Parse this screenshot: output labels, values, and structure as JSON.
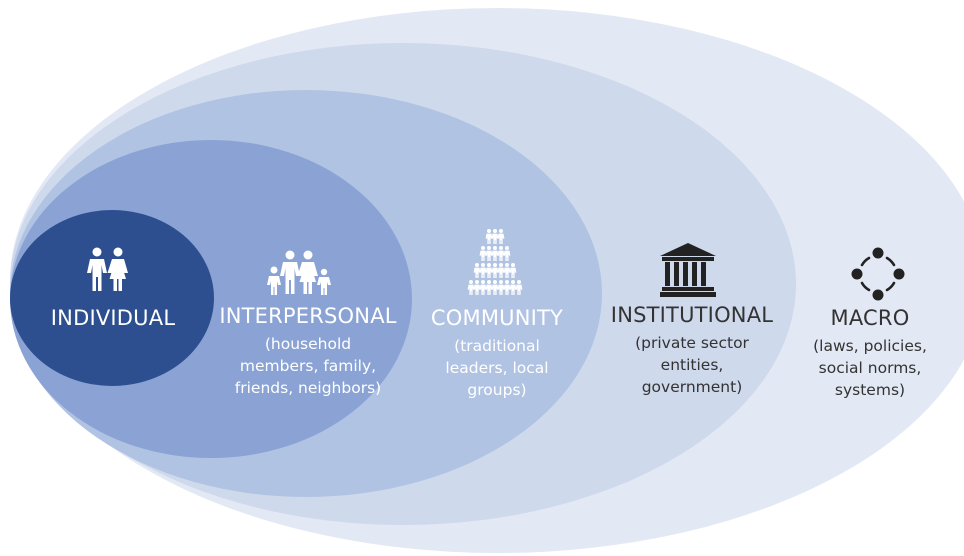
{
  "layers": [
    {
      "id": "individual",
      "title": "INDIVIDUAL",
      "icon": "two-people-icon",
      "color": "#2d4f8f",
      "text_color": "#ffffff"
    },
    {
      "id": "interpersonal",
      "title": "INTERPERSONAL",
      "detail_lines": [
        "(household",
        "members, family,",
        "friends, neighbors)"
      ],
      "icon": "family-icon",
      "color": "#8aa3d4",
      "text_color": "#ffffff"
    },
    {
      "id": "community",
      "title": "COMMUNITY",
      "detail_lines": [
        "(traditional",
        "leaders, local",
        "groups)"
      ],
      "icon": "crowd-pyramid-icon",
      "color": "#b1c3e3",
      "text_color": "#ffffff"
    },
    {
      "id": "institutional",
      "title": "INSTITUTIONAL",
      "detail_lines": [
        "(private sector",
        "entities,",
        "government)"
      ],
      "icon": "institution-building-icon",
      "color": "#cfd9ec",
      "text_color": "#333333"
    },
    {
      "id": "macro",
      "title": "MACRO",
      "detail_lines": [
        "(laws, policies,",
        "social norms,",
        "systems)"
      ],
      "icon": "network-cycle-icon",
      "color": "#e3e9f4",
      "text_color": "#333333"
    }
  ]
}
